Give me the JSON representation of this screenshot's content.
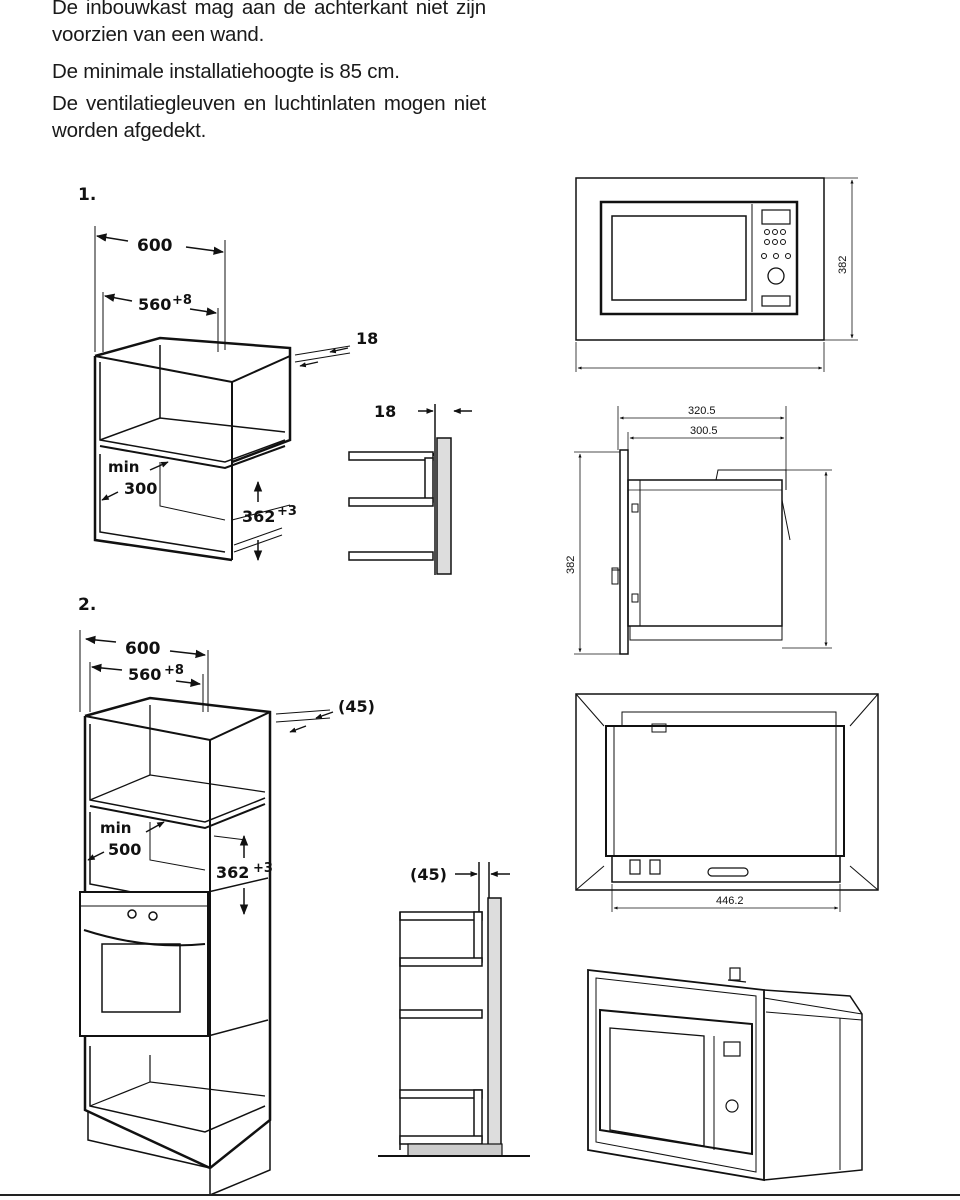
{
  "text": {
    "p1": "De inbouwkast mag aan de achterkant niet zijn voorzien van een wand.",
    "p2": "De minimale installatiehoogte is 85 cm.",
    "p3": "De ventilatiegleuven en luchtinlaten mogen niet worden afgedekt."
  },
  "fig1": {
    "number": "1.",
    "width_600": "600",
    "width_560": "560",
    "width_560_tol": "+8",
    "thickness_18": "18",
    "min": "min",
    "min_300": "300",
    "height_362": "362",
    "height_362_tol": "+3",
    "side_18": "18"
  },
  "fig2": {
    "number": "2.",
    "width_600": "600",
    "width_560": "560",
    "width_560_tol": "+8",
    "thickness_45": "(45)",
    "min": "min",
    "min_500": "500",
    "height_362": "362",
    "height_362_tol": "+3",
    "side_45": "(45)"
  },
  "right": {
    "front_382": "382",
    "side_320": "320.5",
    "side_300": "300.5",
    "side_382": "382",
    "top_446": "446.2"
  }
}
